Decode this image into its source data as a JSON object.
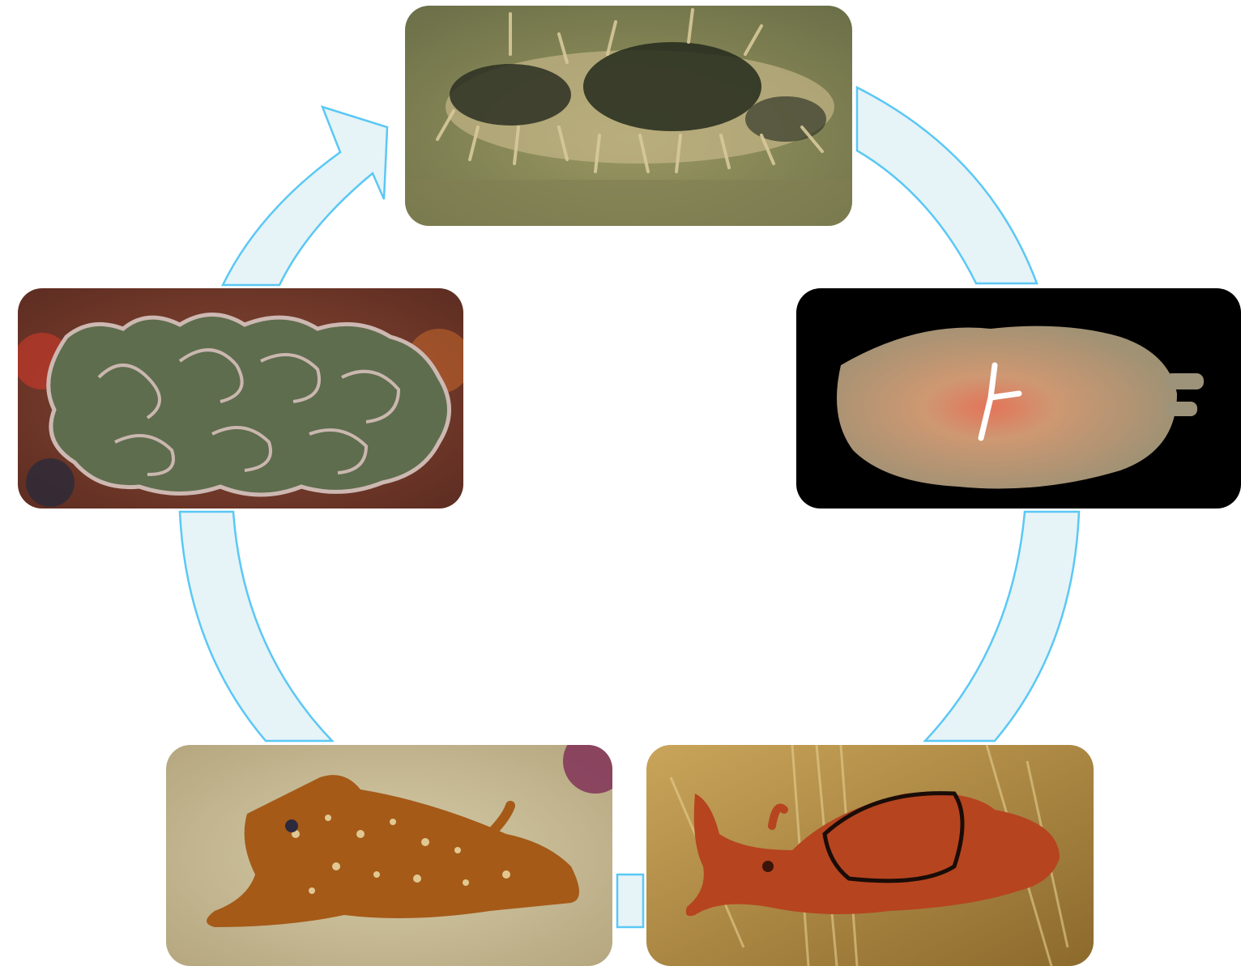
{
  "diagram": {
    "type": "cycle",
    "node_count": 5,
    "colors": {
      "arrow_fill": "#e6f3f7",
      "arrow_stroke": "#5ac8f5",
      "background": "#ffffff"
    },
    "nodes": [
      {
        "id": "top",
        "image": "sea-hare-hairy-seabed-photo",
        "background": "#8a8d5a"
      },
      {
        "id": "right",
        "image": "translucent-sea-slug-on-black-photo",
        "background": "#000000"
      },
      {
        "id": "bottom-right",
        "image": "red-sea-hare-on-algae-photo",
        "background": "#b98a3c"
      },
      {
        "id": "bottom-left",
        "image": "spotted-sea-hare-on-sand-photo",
        "background": "#c9bd9b"
      },
      {
        "id": "left",
        "image": "lettuce-sea-slug-on-reef-photo",
        "background": "#7a3b2a"
      }
    ]
  }
}
